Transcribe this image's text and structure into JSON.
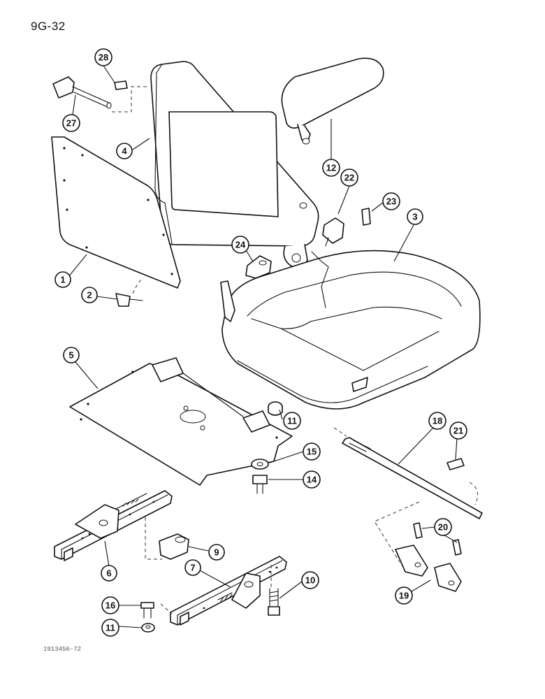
{
  "page": {
    "title": "9G-32",
    "figure_id": "1913456-72"
  },
  "parts": [
    {
      "number": "1",
      "name": "back-cover-panel"
    },
    {
      "number": "2",
      "name": "screw"
    },
    {
      "number": "3",
      "name": "seat-cushion"
    },
    {
      "number": "4",
      "name": "backrest"
    },
    {
      "number": "5",
      "name": "seat-pan"
    },
    {
      "number": "6",
      "name": "slide-rail-left"
    },
    {
      "number": "7",
      "name": "slide-rail-right"
    },
    {
      "number": "9",
      "name": "bumper"
    },
    {
      "number": "10",
      "name": "bolt"
    },
    {
      "number": "11",
      "name": "nut"
    },
    {
      "number": "12",
      "name": "armrest"
    },
    {
      "number": "14",
      "name": "bolt"
    },
    {
      "number": "15",
      "name": "washer"
    },
    {
      "number": "16",
      "name": "bolt"
    },
    {
      "number": "18",
      "name": "shaft"
    },
    {
      "number": "19",
      "name": "bracket"
    },
    {
      "number": "20",
      "name": "roll-pin"
    },
    {
      "number": "21",
      "name": "pin"
    },
    {
      "number": "22",
      "name": "knob"
    },
    {
      "number": "23",
      "name": "pin"
    },
    {
      "number": "24",
      "name": "bushing"
    },
    {
      "number": "27",
      "name": "knob"
    },
    {
      "number": "28",
      "name": "pin"
    }
  ],
  "callouts": {
    "c28": "28",
    "c27": "27",
    "c4": "4",
    "c12": "12",
    "c22": "22",
    "c23": "23",
    "c3": "3",
    "c24": "24",
    "c1": "1",
    "c2": "2",
    "c5": "5",
    "c11a": "11",
    "c15": "15",
    "c14": "14",
    "c18": "18",
    "c21": "21",
    "c20": "20",
    "c9": "9",
    "c6": "6",
    "c7": "7",
    "c10": "10",
    "c16": "16",
    "c11b": "11",
    "c19": "19"
  }
}
